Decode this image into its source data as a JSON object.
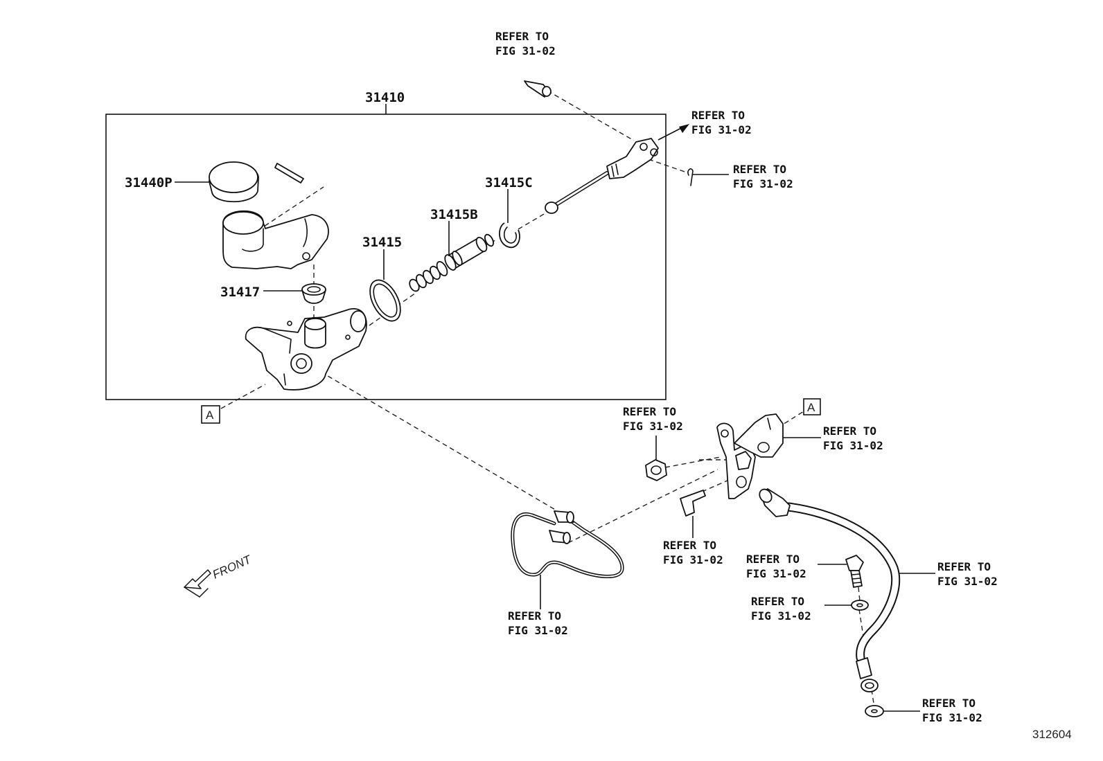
{
  "diagram": {
    "refer_line1": "REFER TO",
    "refer_line2": "FIG 31-02",
    "parts": {
      "assembly": "31410",
      "reservoir_cap": "31440P",
      "grommet": "31417",
      "piston_kit": "31415",
      "push_rod_kit": "31415B",
      "snap_ring": "31415C"
    },
    "marker": "A",
    "front_label": "FRONT",
    "figure_number": "312604"
  }
}
